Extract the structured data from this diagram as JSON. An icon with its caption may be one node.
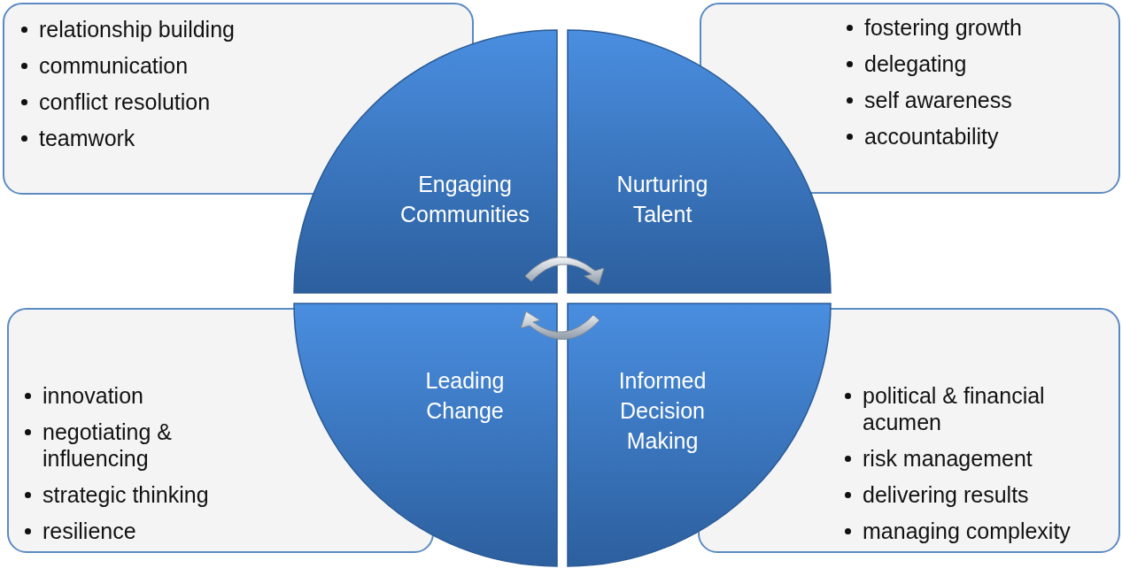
{
  "diagram": {
    "nodes": [
      {
        "text": [
          "relationship building",
          "communication",
          "conflict resolution",
          "teamwork"
        ]
      },
      {
        "text": [
          "fostering growth",
          "delegating",
          "self awareness",
          "accountability"
        ]
      },
      {
        "text": [
          "innovation",
          "negotiating & influencing",
          "strategic thinking",
          "resilience"
        ]
      },
      {
        "text": [
          "political & financial acumen",
          "risk management",
          "delivering results",
          "managing complexity"
        ]
      },
      {
        "text": [
          "Engaging Communities"
        ]
      },
      {
        "text": [
          "Nurturing Talent"
        ]
      },
      {
        "text": [
          "Leading Change"
        ]
      },
      {
        "text": [
          "Informed Decision Making"
        ]
      }
    ],
    "edges": []
  }
}
